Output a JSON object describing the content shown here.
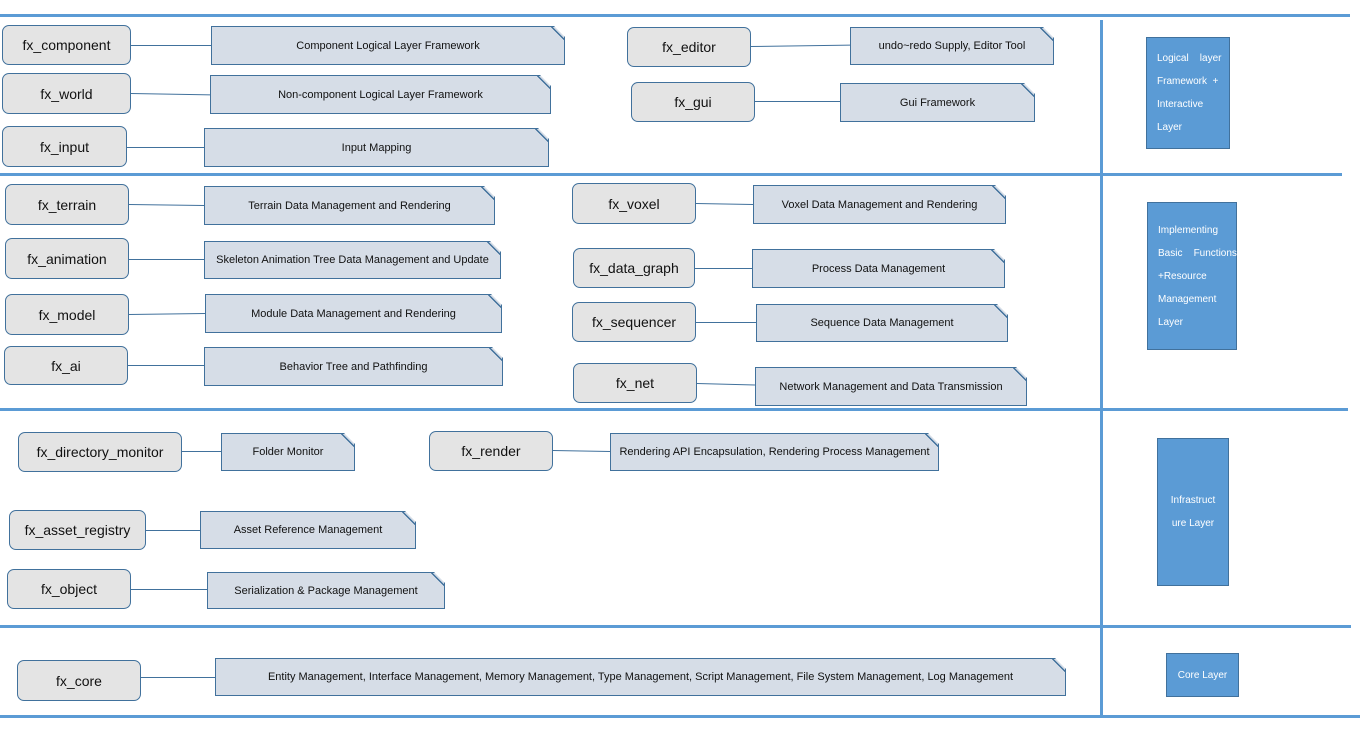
{
  "rows": [
    {
      "module": "fx_component",
      "description": "Component Logical Layer Framework"
    },
    {
      "module": "fx_world",
      "description": "Non-component Logical Layer Framework"
    },
    {
      "module": "fx_input",
      "description": "Input  Mapping"
    },
    {
      "module": "fx_editor",
      "description": "undo~redo Supply, Editor Tool"
    },
    {
      "module": "fx_gui",
      "description": "Gui Framework"
    },
    {
      "module": "fx_terrain",
      "description": "Terrain Data Management and Rendering"
    },
    {
      "module": "fx_animation",
      "description": "Skeleton Animation Tree Data Management and Update"
    },
    {
      "module": "fx_model",
      "description": "Module Data Management and Rendering"
    },
    {
      "module": "fx_ai",
      "description": "Behavior Tree and Pathfinding"
    },
    {
      "module": "fx_voxel",
      "description": "Voxel Data Management and Rendering"
    },
    {
      "module": "fx_data_graph",
      "description": "Process Data Management"
    },
    {
      "module": "fx_sequencer",
      "description": "Sequence Data Management"
    },
    {
      "module": "fx_net",
      "description": "Network Management and Data Transmission"
    },
    {
      "module": "fx_directory_monitor",
      "description": "Folder Monitor"
    },
    {
      "module": "fx_render",
      "description": "Rendering API Encapsulation, Rendering Process Management"
    },
    {
      "module": "fx_asset_registry",
      "description": "Asset Reference Management"
    },
    {
      "module": "fx_object",
      "description": "Serialization & Package Management"
    },
    {
      "module": "fx_core",
      "description": "Entity Management, Interface Management, Memory Management, Type Management, Script Management, File System Management, Log Management"
    }
  ],
  "layers": [
    {
      "lines": [
        "Logical    layer",
        "Framework  +",
        "Interactive",
        "Layer"
      ]
    },
    {
      "lines": [
        "Implementing",
        "Basic    Functions",
        "+Resource",
        "Management",
        "Layer"
      ]
    },
    {
      "lines": [
        "Infrastruct",
        "ure Layer"
      ]
    },
    {
      "lines": [
        "Core Layer"
      ]
    }
  ],
  "colors": {
    "line": "#5b9bd5",
    "layer_box": "#5b9bd5",
    "module_fill": "#e4e4e4",
    "desc_fill": "#d6dde7",
    "border": "#41719c"
  }
}
